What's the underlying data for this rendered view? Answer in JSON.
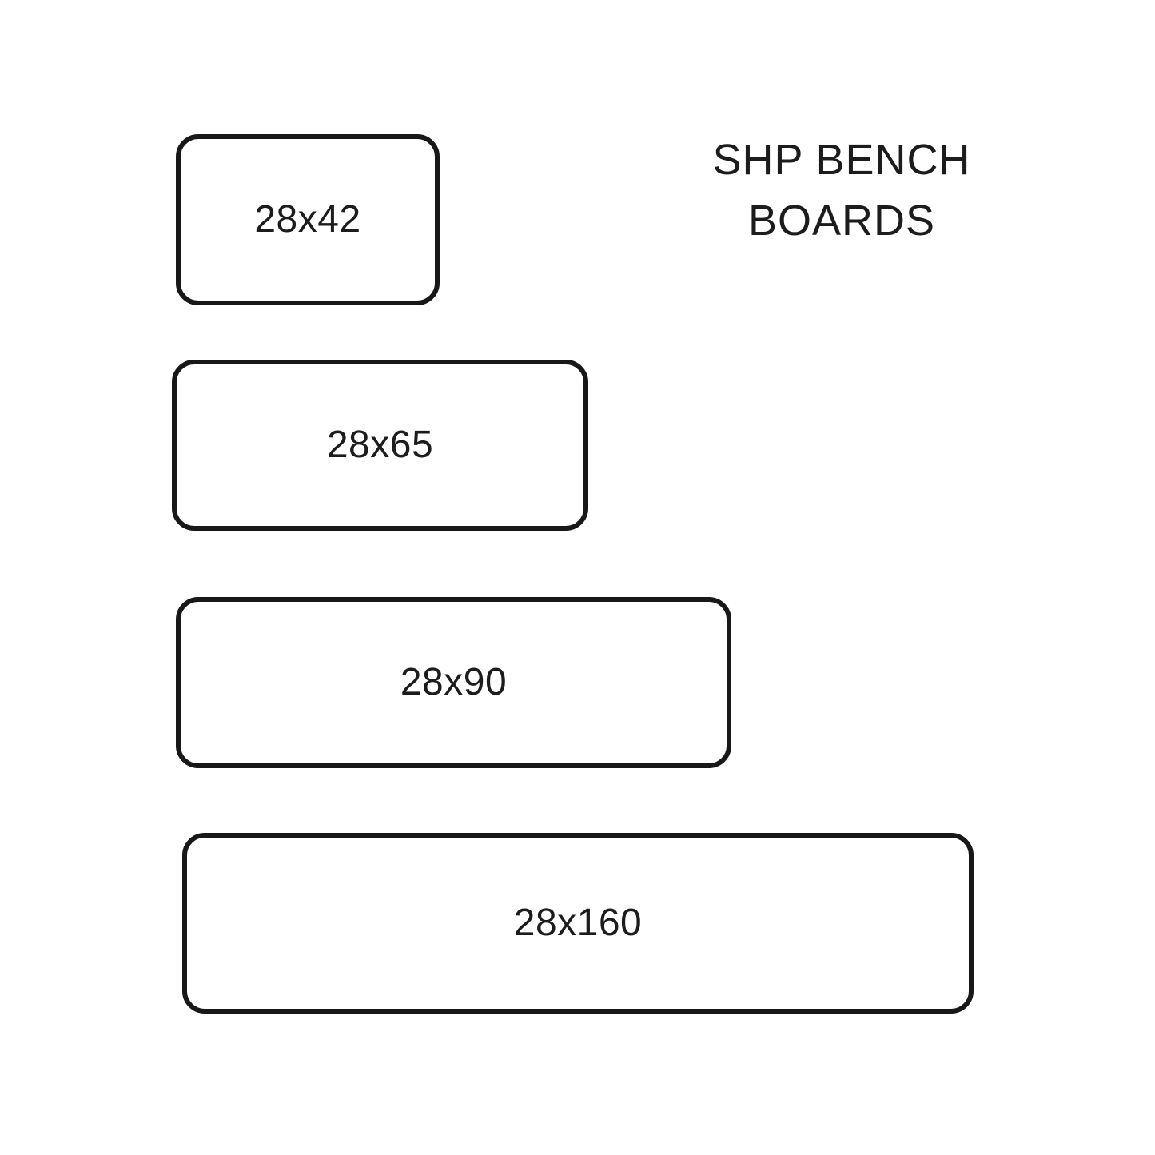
{
  "title": {
    "line1": "SHP BENCH",
    "line2": "BOARDS"
  },
  "boards": [
    {
      "label": "28x42"
    },
    {
      "label": "28x65"
    },
    {
      "label": "28x90"
    },
    {
      "label": "28x160"
    }
  ],
  "colors": {
    "stroke": "#181818",
    "text": "#1c1c1c",
    "background": "#ffffff"
  }
}
